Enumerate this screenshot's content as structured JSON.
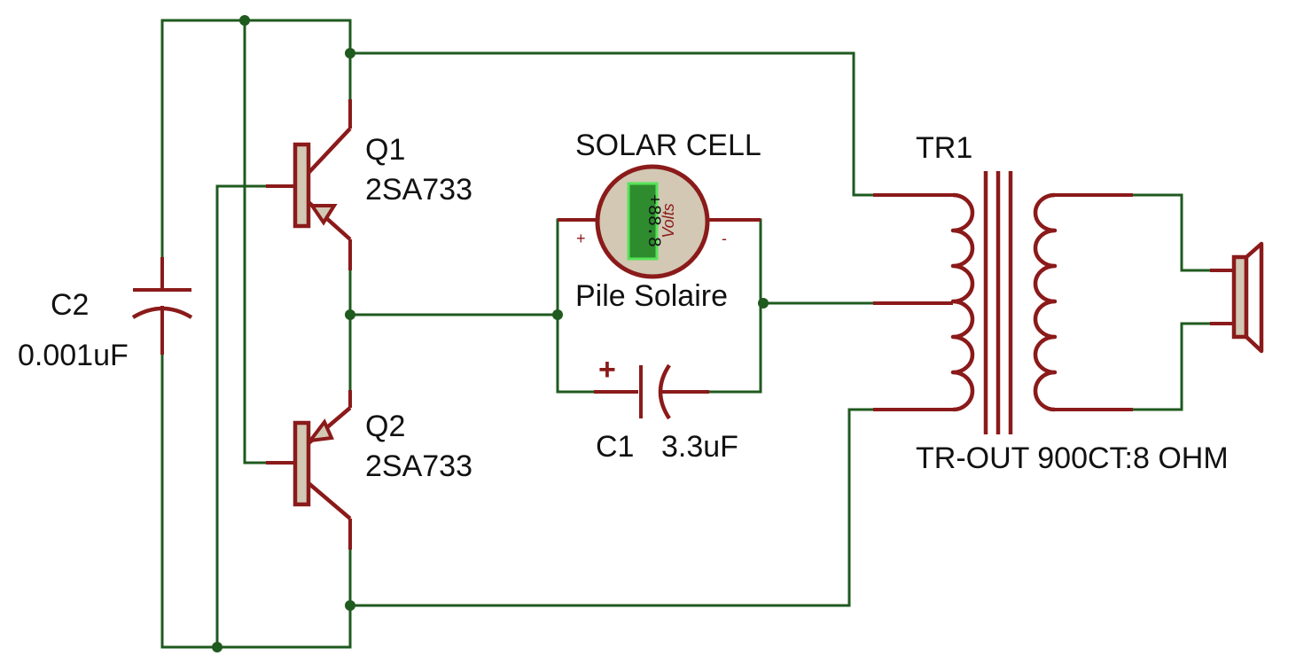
{
  "components": {
    "q1": {
      "ref": "Q1",
      "value": "2SA733"
    },
    "q2": {
      "ref": "Q2",
      "value": "2SA733"
    },
    "c2": {
      "ref": "C2",
      "value": "0.001uF"
    },
    "c1": {
      "ref": "C1",
      "value": "3.3uF",
      "polarity": "+"
    },
    "solar": {
      "ref": "SOLAR CELL",
      "value": "Pile Solaire",
      "display": "+88.8",
      "unit": "Volts",
      "plus": "+",
      "minus": "-"
    },
    "tr1": {
      "ref": "TR1",
      "value": "TR-OUT 900CT:8 OHM"
    }
  },
  "colors": {
    "wire": "#1f5a1f",
    "component": "#8b1a1a",
    "component_fill": "#d2c8b4",
    "meter_display": "#2e8b2e",
    "meter_border": "#57e357"
  }
}
